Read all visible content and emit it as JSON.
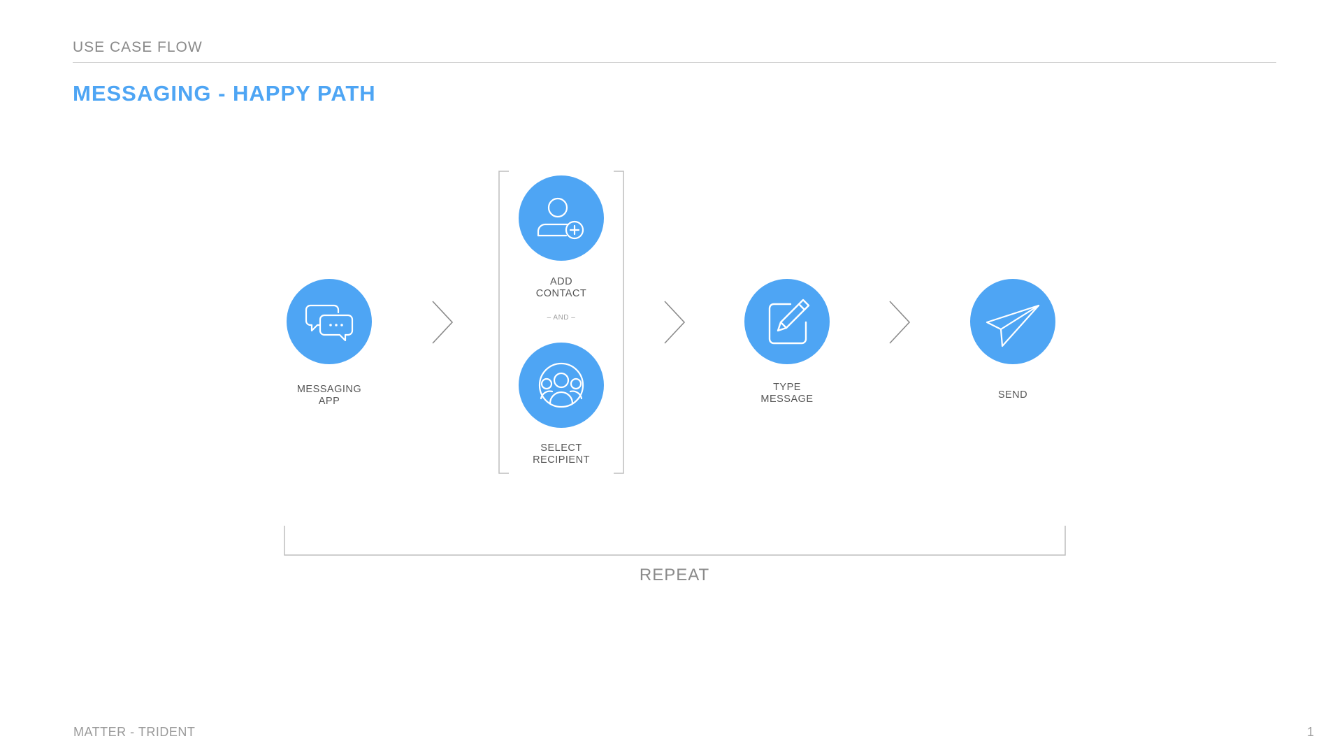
{
  "header": {
    "section": "USE CASE FLOW",
    "title": "MESSAGING - HAPPY PATH"
  },
  "steps": {
    "messaging_app": "MESSAGING\nAPP",
    "add_contact": "ADD\nCONTACT",
    "and": "– AND –",
    "select_recipient": "SELECT\nRECIPIENT",
    "type_message": "TYPE\nMESSAGE",
    "send": "SEND"
  },
  "repeat": "REPEAT",
  "footer": {
    "project": "MATTER - TRIDENT",
    "page": "1"
  },
  "colors": {
    "accent": "#4ea5f4",
    "line": "#cfcfcf",
    "muted_text": "#8a8a8a"
  },
  "icons": [
    "chat-bubbles-icon",
    "add-user-icon",
    "group-icon",
    "edit-pencil-icon",
    "paper-plane-icon",
    "chevron-right-icon"
  ]
}
